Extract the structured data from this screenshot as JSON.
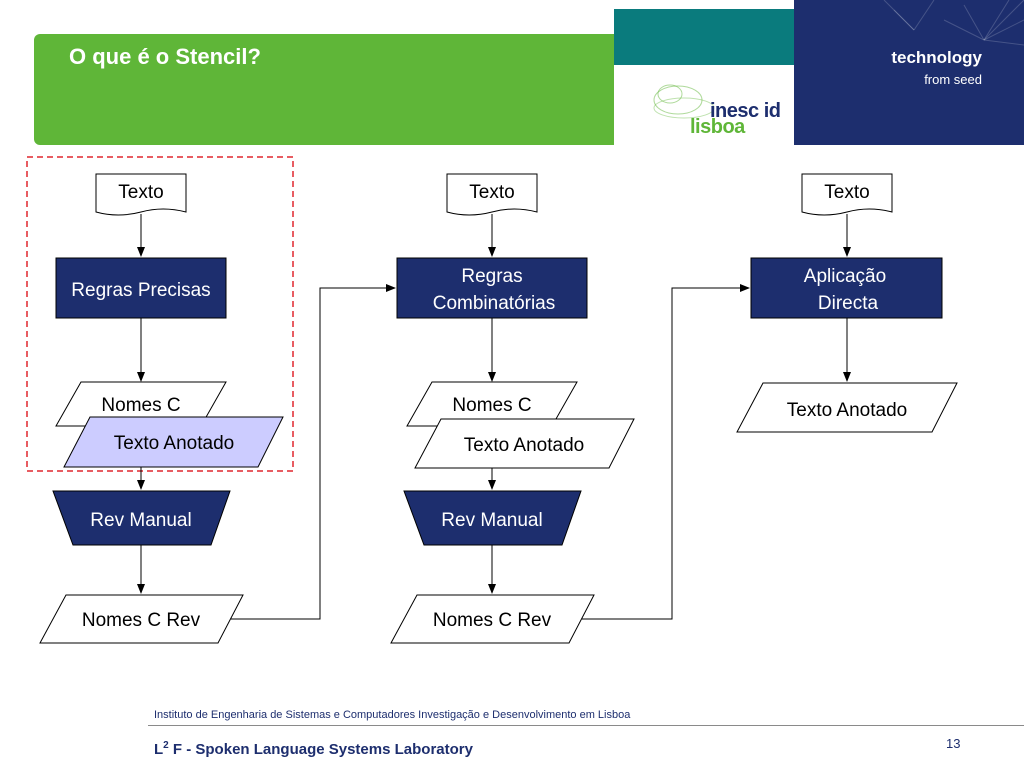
{
  "header": {
    "title": "O que é o Stencil?",
    "tagline_main": "technology",
    "tagline_sub": "from seed",
    "logo_top": "inesc id",
    "logo_bottom": "lisboa"
  },
  "diagram": {
    "column1": {
      "input": "Texto",
      "process": "Regras Precisas",
      "output_a": "Nomes C",
      "output_b": "Texto Anotado",
      "review": "Rev Manual",
      "result": "Nomes C Rev"
    },
    "column2": {
      "input": "Texto",
      "process_line1": "Regras",
      "process_line2": "Combinatórias",
      "output_a": "Nomes C",
      "output_b": "Texto Anotado",
      "review": "Rev Manual",
      "result": "Nomes C Rev"
    },
    "column3": {
      "input": "Texto",
      "process_line1": "Aplicação",
      "process_line2": "Directa",
      "output": "Texto Anotado"
    }
  },
  "footer": {
    "institute": "Instituto de Engenharia de Sistemas e Computadores Investigação e Desenvolvimento em Lisboa",
    "lab_prefix": "L",
    "lab_sup": "2",
    "lab_rest": " F - Spoken Language Systems Laboratory",
    "page_number": "13"
  },
  "colors": {
    "green": "#5fb638",
    "teal": "#0a7b7d",
    "navy": "#1d2e6e",
    "highlight": "#ccccff",
    "dashed_border": "#e0262e"
  }
}
